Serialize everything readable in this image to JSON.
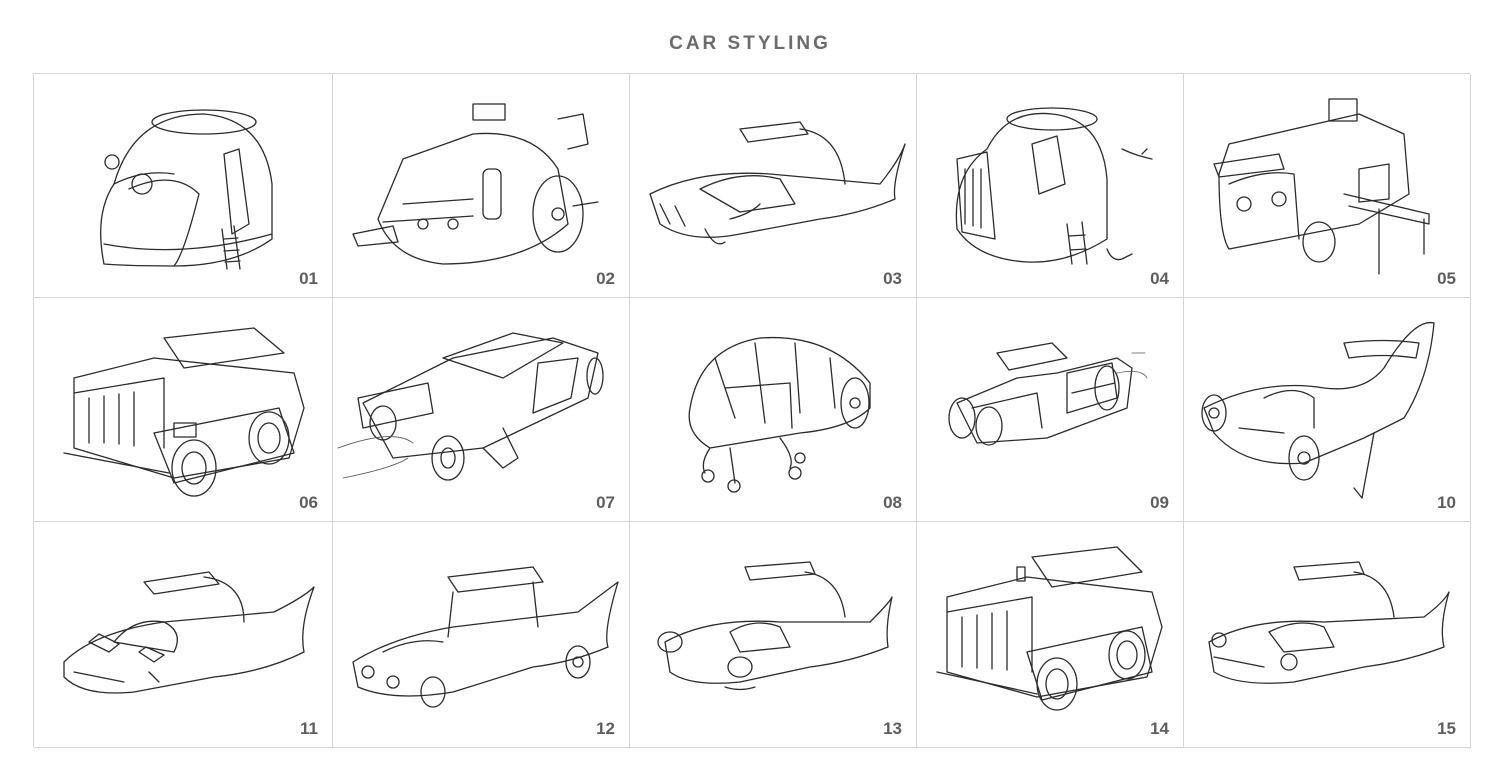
{
  "page": {
    "title": "CAR STYLING"
  },
  "sketches": [
    {
      "number": "01",
      "kind": "bubble-car"
    },
    {
      "number": "02",
      "kind": "pod-car"
    },
    {
      "number": "03",
      "kind": "shark-convertible"
    },
    {
      "number": "04",
      "kind": "bubble-car-annotated"
    },
    {
      "number": "05",
      "kind": "camper-van"
    },
    {
      "number": "06",
      "kind": "tracked-truck"
    },
    {
      "number": "07",
      "kind": "futuristic-coupe"
    },
    {
      "number": "08",
      "kind": "beetle-frame"
    },
    {
      "number": "09",
      "kind": "hot-rod"
    },
    {
      "number": "10",
      "kind": "high-heel-car"
    },
    {
      "number": "11",
      "kind": "shark-car"
    },
    {
      "number": "12",
      "kind": "finned-coupe"
    },
    {
      "number": "13",
      "kind": "shark-roadster"
    },
    {
      "number": "14",
      "kind": "tracked-truck"
    },
    {
      "number": "15",
      "kind": "shark-roadster-alt"
    }
  ]
}
